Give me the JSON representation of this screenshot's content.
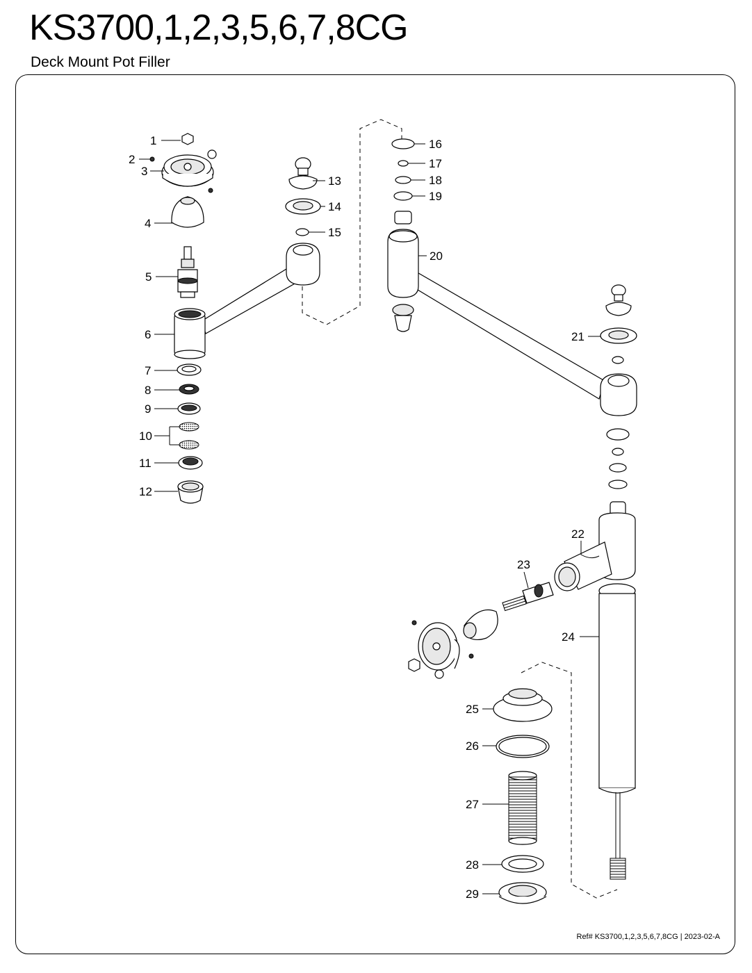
{
  "header": {
    "title": "KS3700,1,2,3,5,6,7,8CG",
    "subtitle": "Deck Mount Pot Filler"
  },
  "footer": {
    "ref": "Ref# KS3700,1,2,3,5,6,7,8CG | 2023-02-A"
  },
  "callouts": {
    "c1": "1",
    "c2": "2",
    "c3": "3",
    "c4": "4",
    "c5": "5",
    "c6": "6",
    "c7": "7",
    "c8": "8",
    "c9": "9",
    "c10": "10",
    "c11": "11",
    "c12": "12",
    "c13": "13",
    "c14": "14",
    "c15": "15",
    "c16": "16",
    "c17": "17",
    "c18": "18",
    "c19": "19",
    "c20": "20",
    "c21": "21",
    "c22": "22",
    "c23": "23",
    "c24": "24",
    "c25": "25",
    "c26": "26",
    "c27": "27",
    "c28": "28",
    "c29": "29"
  }
}
